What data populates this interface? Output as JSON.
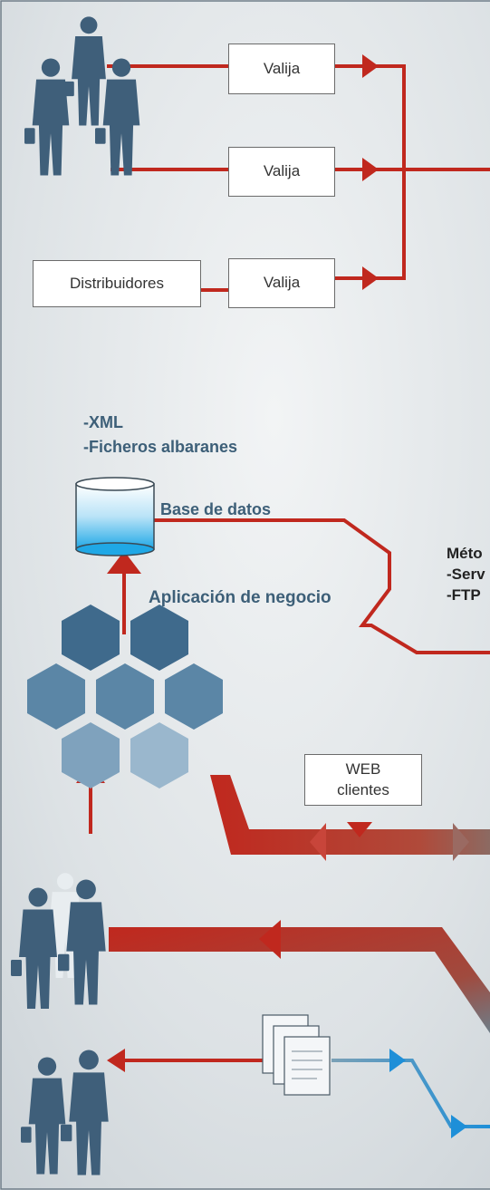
{
  "boxes": {
    "valija_1": "Valija",
    "valija_2": "Valija",
    "valija_3": "Valija",
    "distribuidores": "Distribuidores",
    "web_clientes": [
      "WEB",
      "clientes"
    ]
  },
  "formats": [
    "-XML",
    "-Ficheros albaranes"
  ],
  "database_label": "Base de datos",
  "app_label": "Aplicación de negocio",
  "methods": [
    "Méto",
    "-Serv",
    "-FTP"
  ],
  "colors": {
    "red_line": "#c0281e",
    "blue_line": "#1e8fd8",
    "figure": "#3f5f7a",
    "hexagon": "#5d86a6",
    "label_text": "#3d5f78",
    "background": "#dde3e6"
  },
  "icons": [
    "people-group-icon",
    "database-icon",
    "hexagon-cluster-icon",
    "documents-icon"
  ]
}
